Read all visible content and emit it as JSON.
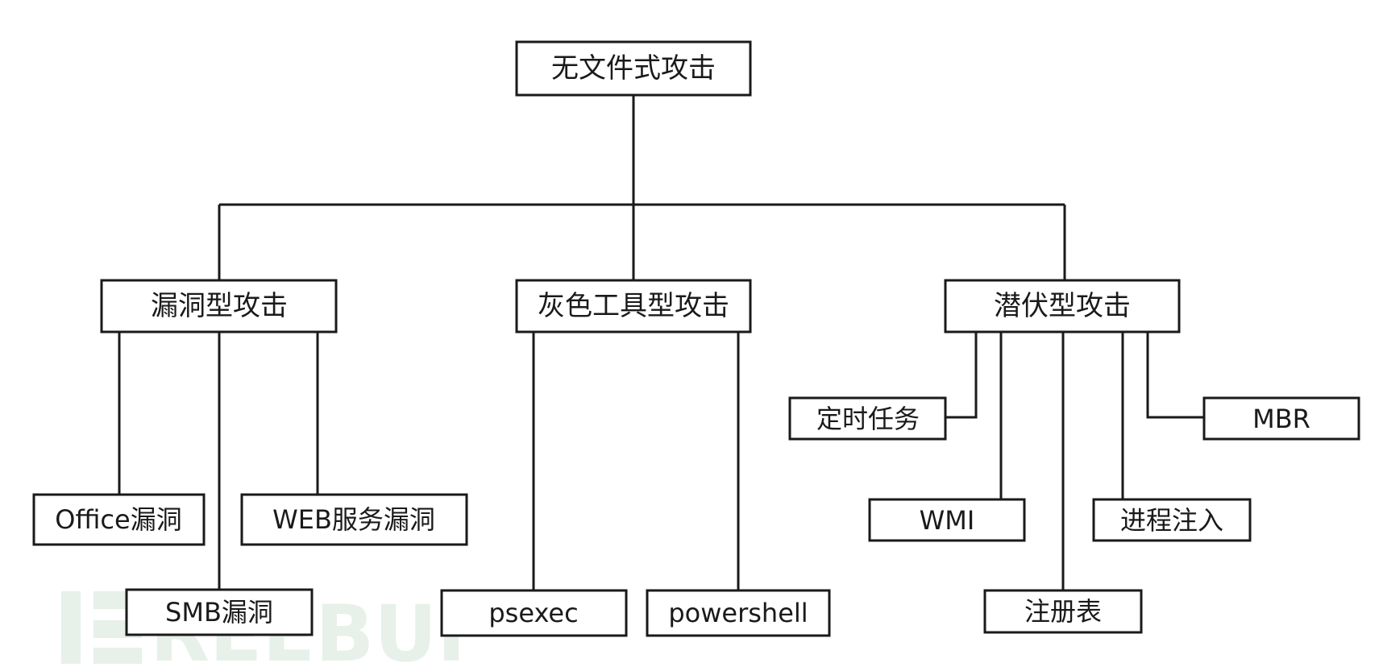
{
  "diagram": {
    "root": {
      "label": "无文件式攻击"
    },
    "categories": [
      {
        "label": "漏洞型攻击",
        "children": [
          "Office漏洞",
          "SMB漏洞",
          "WEB服务漏洞"
        ]
      },
      {
        "label": "灰色工具型攻击",
        "children": [
          "psexec",
          "powershell"
        ]
      },
      {
        "label": "潜伏型攻击",
        "children": [
          "定时任务",
          "WMI",
          "注册表",
          "进程注入",
          "MBR"
        ]
      }
    ]
  },
  "watermark": {
    "text": "REEBUF"
  },
  "colors": {
    "stroke": "#1a1a1a",
    "background": "#ffffff",
    "watermark": "#e7f0e9"
  }
}
